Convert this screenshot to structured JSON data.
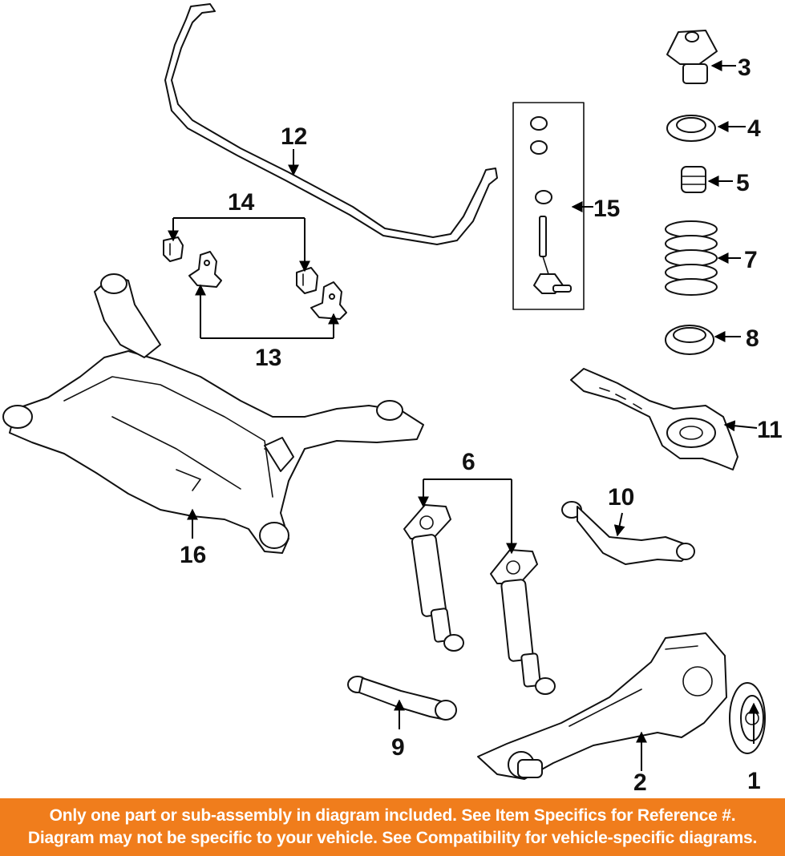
{
  "callouts": {
    "c1": "1",
    "c2": "2",
    "c3": "3",
    "c4": "4",
    "c5": "5",
    "c6": "6",
    "c7": "7",
    "c8": "8",
    "c9": "9",
    "c10": "10",
    "c11": "11",
    "c12": "12",
    "c13": "13",
    "c14": "14",
    "c15": "15",
    "c16": "16"
  },
  "banner": {
    "line1": "Only one part or sub-assembly in diagram included. See Item Specifics for Reference #.",
    "line2": "Diagram may not be specific to your vehicle. See Compatibility for vehicle-specific diagrams.",
    "background_color": "#f07d1c",
    "text_color": "#ffffff"
  }
}
